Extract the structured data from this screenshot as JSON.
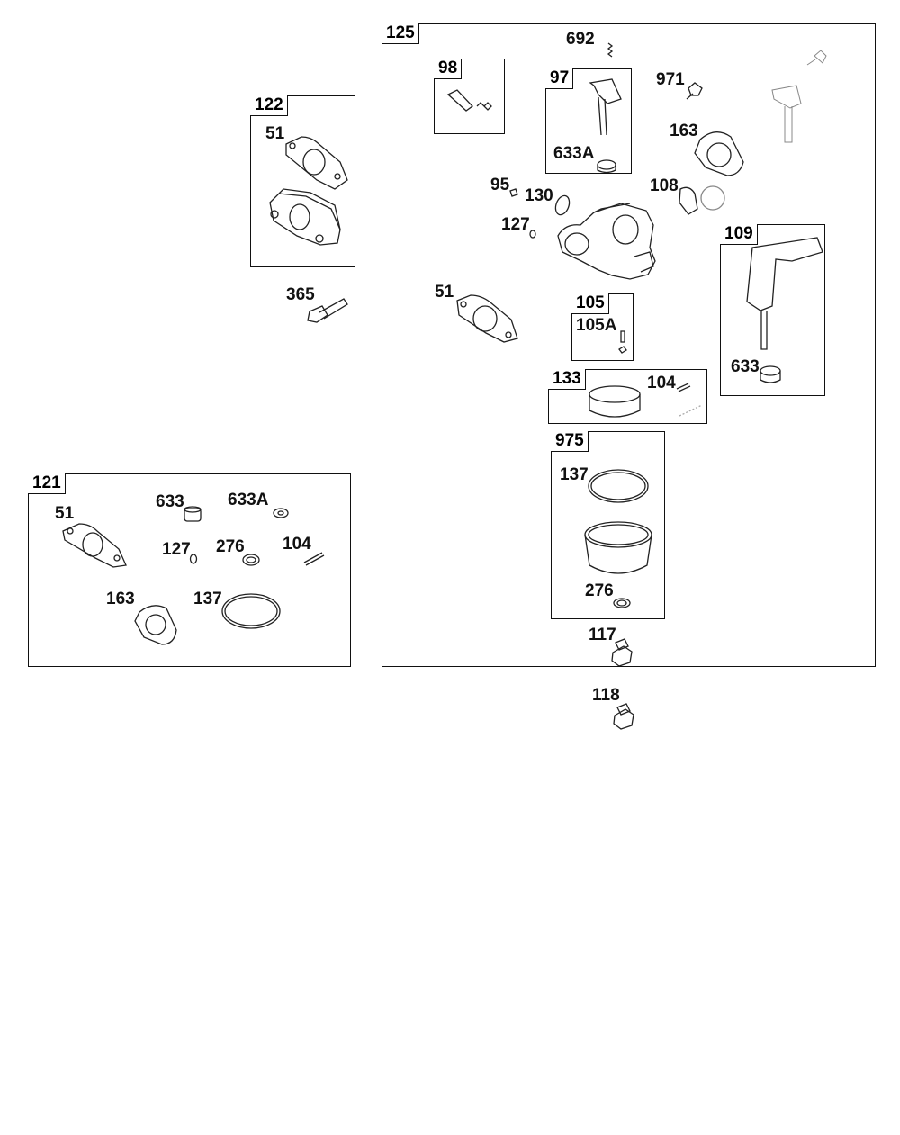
{
  "groups": {
    "g122": {
      "id": "122",
      "labels": [
        "51"
      ]
    },
    "g365": {
      "label": "365"
    },
    "g121": {
      "id": "121",
      "labels": [
        "51",
        "633",
        "633A",
        "127",
        "276",
        "104",
        "163",
        "137"
      ]
    },
    "g125": {
      "id": "125",
      "labels": [
        "692",
        "971",
        "163",
        "95",
        "130",
        "108",
        "127",
        "51",
        "117"
      ]
    },
    "g98": {
      "id": "98"
    },
    "g97": {
      "id": "97",
      "labels": [
        "633A"
      ]
    },
    "g105": {
      "id": "105",
      "labels": [
        "105A"
      ]
    },
    "g109": {
      "id": "109",
      "labels": [
        "633"
      ]
    },
    "g133": {
      "id": "133",
      "labels": [
        "104"
      ]
    },
    "g975": {
      "id": "975",
      "labels": [
        "137",
        "276"
      ]
    },
    "g118": {
      "label": "118"
    }
  }
}
